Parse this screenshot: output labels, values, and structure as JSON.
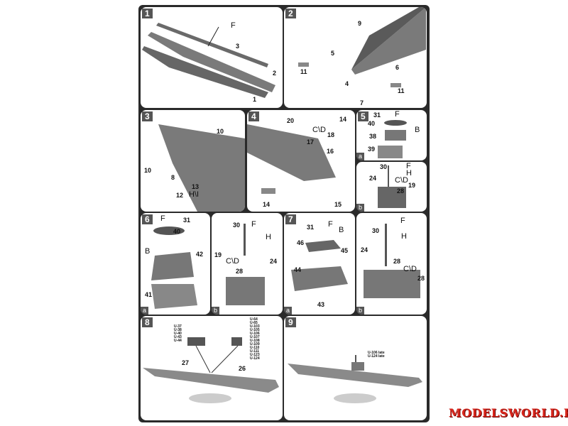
{
  "panels": [
    {
      "step": "1",
      "labels": [
        "F",
        "3",
        "2",
        "1"
      ]
    },
    {
      "step": "2",
      "labels": [
        "9",
        "5",
        "11",
        "6",
        "11",
        "4",
        "7"
      ]
    },
    {
      "step": "3",
      "labels": [
        "10",
        "10",
        "8",
        "13",
        "12",
        "H\\I"
      ]
    },
    {
      "step": "4",
      "labels": [
        "20",
        "C\\D",
        "18",
        "14",
        "17",
        "16",
        "14",
        "15"
      ]
    },
    {
      "step": "5",
      "sub": "a",
      "labels": [
        "31",
        "F",
        "40",
        "B",
        "38",
        "39"
      ]
    },
    {
      "step": "5",
      "sub": "b",
      "labels": [
        "30",
        "F",
        "H",
        "C\\D",
        "24",
        "19",
        "28"
      ]
    },
    {
      "step": "6",
      "sub": "a",
      "labels": [
        "F",
        "31",
        "40",
        "B",
        "42",
        "41"
      ]
    },
    {
      "step": "6",
      "sub": "b",
      "labels": [
        "30",
        "F",
        "H",
        "19",
        "C\\D",
        "28",
        "24"
      ]
    },
    {
      "step": "7",
      "sub": "a",
      "labels": [
        "31",
        "F",
        "B",
        "46",
        "45",
        "44",
        "43"
      ]
    },
    {
      "step": "7",
      "sub": "b",
      "labels": [
        "30",
        "F",
        "H",
        "24",
        "28",
        "C\\D",
        "28"
      ]
    },
    {
      "step": "8",
      "labels": [
        "27",
        "26"
      ],
      "list_a": [
        "U-37",
        "U-38",
        "U-40",
        "U-43",
        "U-44"
      ],
      "list_b": [
        "U-64",
        "U-65",
        "U-103",
        "U-105",
        "U-106",
        "U-107",
        "U-108",
        "U-109",
        "U-110",
        "U-111",
        "U-123",
        "U-124"
      ]
    },
    {
      "step": "9",
      "labels": [],
      "note": [
        "U-106 late",
        "U-124 late"
      ]
    }
  ],
  "watermark": "MODELSWORLD.RU",
  "colors": {
    "part": "#7a7a7a",
    "dark": "#4a4a4a",
    "watermark": "#d8261c"
  }
}
